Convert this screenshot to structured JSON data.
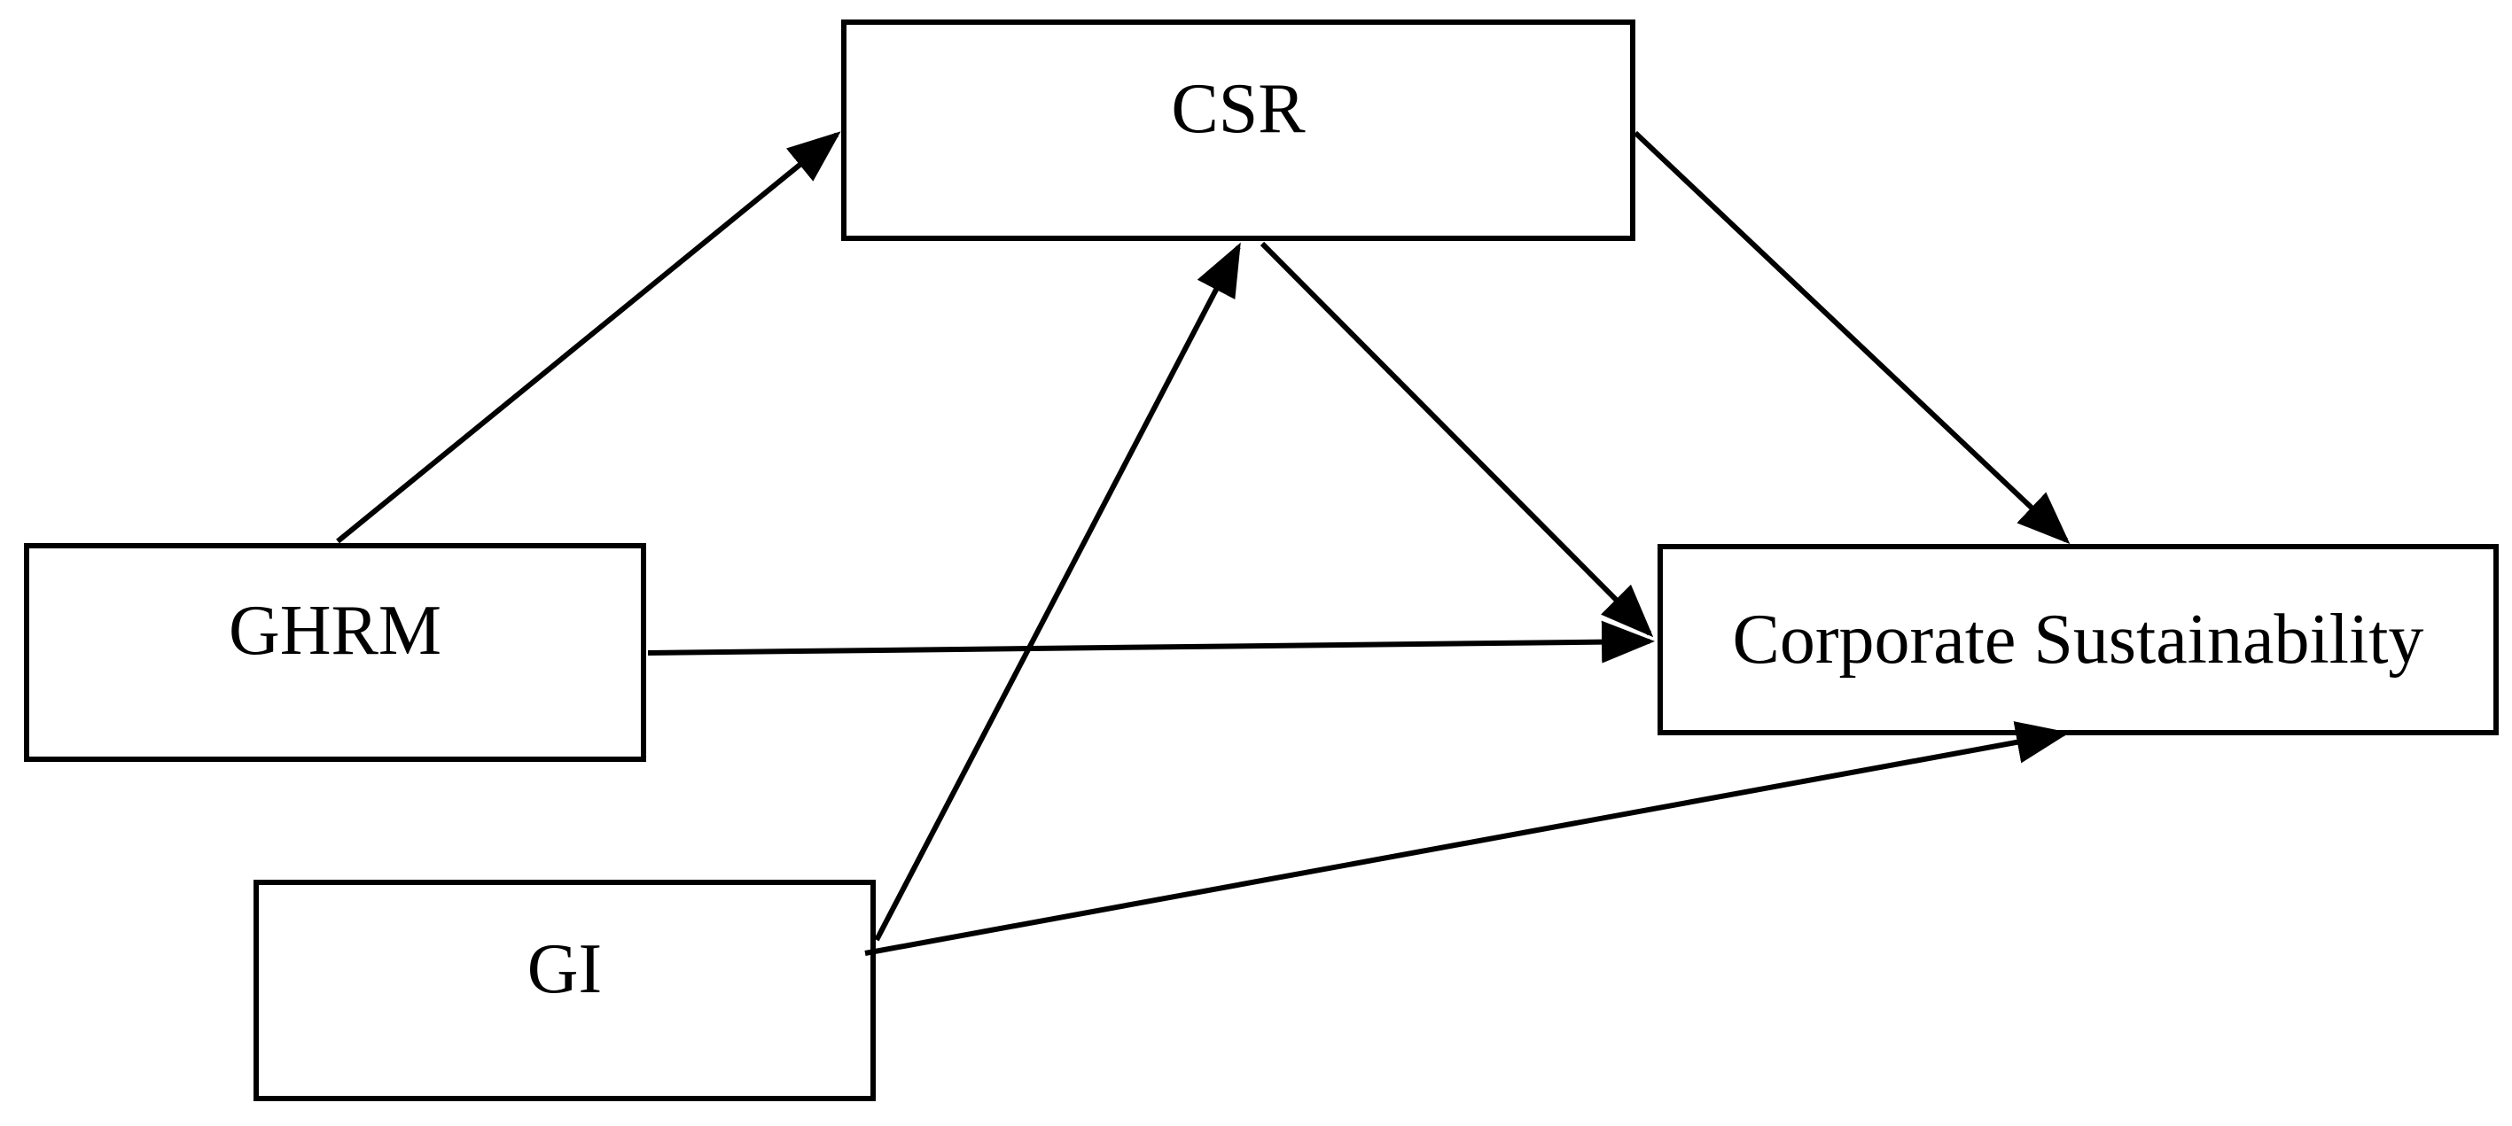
{
  "figure": {
    "type": "path-model-diagram",
    "background_color": "#ffffff",
    "stroke_color": "#000000",
    "nodes": {
      "csr": {
        "label": "CSR"
      },
      "ghrm": {
        "label": "GHRM"
      },
      "gi": {
        "label": "GI"
      },
      "corporate_sustainability": {
        "label": "Corporate Sustainability"
      }
    },
    "edges": [
      {
        "from": "GHRM",
        "to": "CSR",
        "style": "arrow"
      },
      {
        "from": "GHRM",
        "to": "Corporate Sustainability",
        "style": "arrow"
      },
      {
        "from": "CSR",
        "to": "Corporate Sustainability",
        "attach": "right-edge to top-edge",
        "style": "arrow"
      },
      {
        "from": "CSR",
        "to": "Corporate Sustainability",
        "attach": "bottom-edge to left-edge",
        "style": "arrow"
      },
      {
        "from": "GI",
        "to": "CSR",
        "style": "arrow"
      },
      {
        "from": "GI",
        "to": "Corporate Sustainability",
        "style": "arrow"
      }
    ]
  }
}
